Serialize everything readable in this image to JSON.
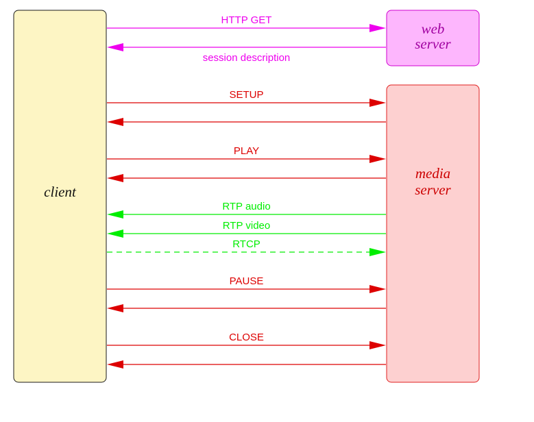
{
  "participants": {
    "client": {
      "lines": [
        "client"
      ],
      "fill": "#fdf5c4",
      "stroke": "#1a1a1a",
      "text_color": "#111111"
    },
    "web_server": {
      "lines": [
        "web",
        "server"
      ],
      "fill": "#fdb6fd",
      "stroke": "#d000d0",
      "text_color": "#a000a0"
    },
    "media_server": {
      "lines": [
        "media",
        "server"
      ],
      "fill": "#fdd0d0",
      "stroke": "#e02020",
      "text_color": "#cc0000"
    }
  },
  "colors": {
    "http": "#ee00ee",
    "rtsp": "#dd0000",
    "rtp": "#00ee00"
  },
  "messages": [
    {
      "id": "http-get",
      "label": "HTTP GET",
      "direction": "right",
      "to": "web_server",
      "color_key": "http",
      "label_position": "above",
      "style": "solid"
    },
    {
      "id": "session-description",
      "label": "session description",
      "direction": "left",
      "to": "web_server",
      "color_key": "http",
      "label_position": "below",
      "style": "solid"
    },
    {
      "id": "setup",
      "label": "SETUP",
      "direction": "right",
      "to": "media_server",
      "color_key": "rtsp",
      "label_position": "above",
      "style": "solid"
    },
    {
      "id": "setup-reply",
      "label": "",
      "direction": "left",
      "to": "media_server",
      "color_key": "rtsp",
      "label_position": "none",
      "style": "solid"
    },
    {
      "id": "play",
      "label": "PLAY",
      "direction": "right",
      "to": "media_server",
      "color_key": "rtsp",
      "label_position": "above",
      "style": "solid"
    },
    {
      "id": "play-reply",
      "label": "",
      "direction": "left",
      "to": "media_server",
      "color_key": "rtsp",
      "label_position": "none",
      "style": "solid"
    },
    {
      "id": "rtp-audio",
      "label": "RTP audio",
      "direction": "left",
      "to": "media_server",
      "color_key": "rtp",
      "label_position": "above",
      "style": "solid"
    },
    {
      "id": "rtp-video",
      "label": "RTP video",
      "direction": "left",
      "to": "media_server",
      "color_key": "rtp",
      "label_position": "above",
      "style": "solid"
    },
    {
      "id": "rtcp",
      "label": "RTCP",
      "direction": "right",
      "to": "media_server",
      "color_key": "rtp",
      "label_position": "above",
      "style": "dashed"
    },
    {
      "id": "pause",
      "label": "PAUSE",
      "direction": "right",
      "to": "media_server",
      "color_key": "rtsp",
      "label_position": "above",
      "style": "solid"
    },
    {
      "id": "pause-reply",
      "label": "",
      "direction": "left",
      "to": "media_server",
      "color_key": "rtsp",
      "label_position": "none",
      "style": "solid"
    },
    {
      "id": "close",
      "label": "CLOSE",
      "direction": "right",
      "to": "media_server",
      "color_key": "rtsp",
      "label_position": "above",
      "style": "solid"
    },
    {
      "id": "close-reply",
      "label": "",
      "direction": "left",
      "to": "media_server",
      "color_key": "rtsp",
      "label_position": "none",
      "style": "solid"
    }
  ]
}
